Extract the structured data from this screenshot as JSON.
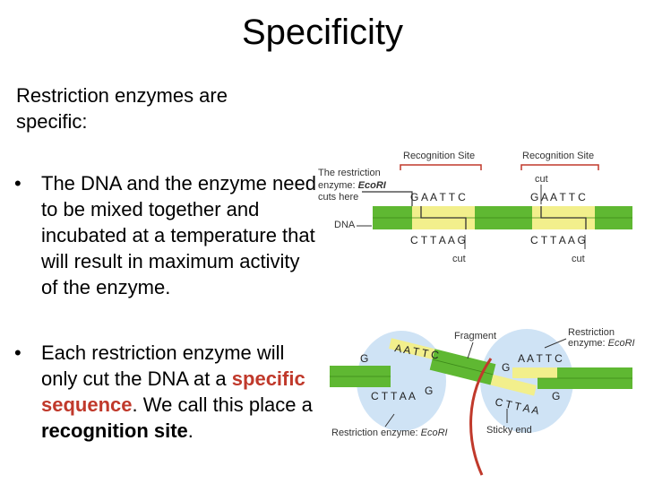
{
  "slide": {
    "title": "Specificity",
    "intro": "Restriction enzymes are specific:",
    "bullets": {
      "b1": "The DNA and the enzyme need to be mixed together and incubated at a temperature that will result in maximum activity of the enzyme.",
      "b2_part1": "Each restriction enzyme will only cut the DNA at a ",
      "b2_highlight": "specific sequence",
      "b2_part2": ". We call this place a ",
      "b2_bold": "recognition site",
      "b2_end": "."
    },
    "bullet_glyph": "•"
  },
  "diagram_top": {
    "enzyme_label_1": "The restriction",
    "enzyme_label_2": "enzyme: ",
    "enzyme_label_name": "EcoRI",
    "enzyme_label_3": "cuts here",
    "dna_label": "DNA",
    "recognition_site_left": "Recognition Site",
    "recognition_site_right": "Recognition Site",
    "top_seq_left": "G A A T T C",
    "bottom_seq_left": "C T T A A G",
    "top_seq_right": "G A A T T C",
    "bottom_seq_right": "C T T A A G",
    "cut_label_bottom_left": "cut",
    "cut_label_top_right": "cut",
    "cut_label_bottom_right": "cut"
  },
  "diagram_bottom": {
    "fragment_label": "Fragment",
    "enzyme_label_1": "Restriction",
    "enzyme_label_2": "enzyme: ",
    "enzyme_label_name": "EcoRI",
    "left_top_seq": "A A T T C",
    "left_g": "G",
    "left_bottom_seq": "C T T A A",
    "middle_g": "G",
    "right_top_seq": "A A T T C",
    "right_g_top": "G",
    "right_bottom_seq": "C T T A A",
    "right_g_bottom": "G",
    "bottom_label_1": "Restriction enzyme: ",
    "bottom_label_name": "EcoRI",
    "sticky_end": "Sticky end"
  },
  "colors": {
    "dna_green": "#5fb832",
    "dna_yellow": "#f2ef8c",
    "enzyme_blue": "#cfe3f5",
    "accent_red": "#c0392b",
    "label_gray": "#333333",
    "scissors_red": "#c0392b"
  }
}
